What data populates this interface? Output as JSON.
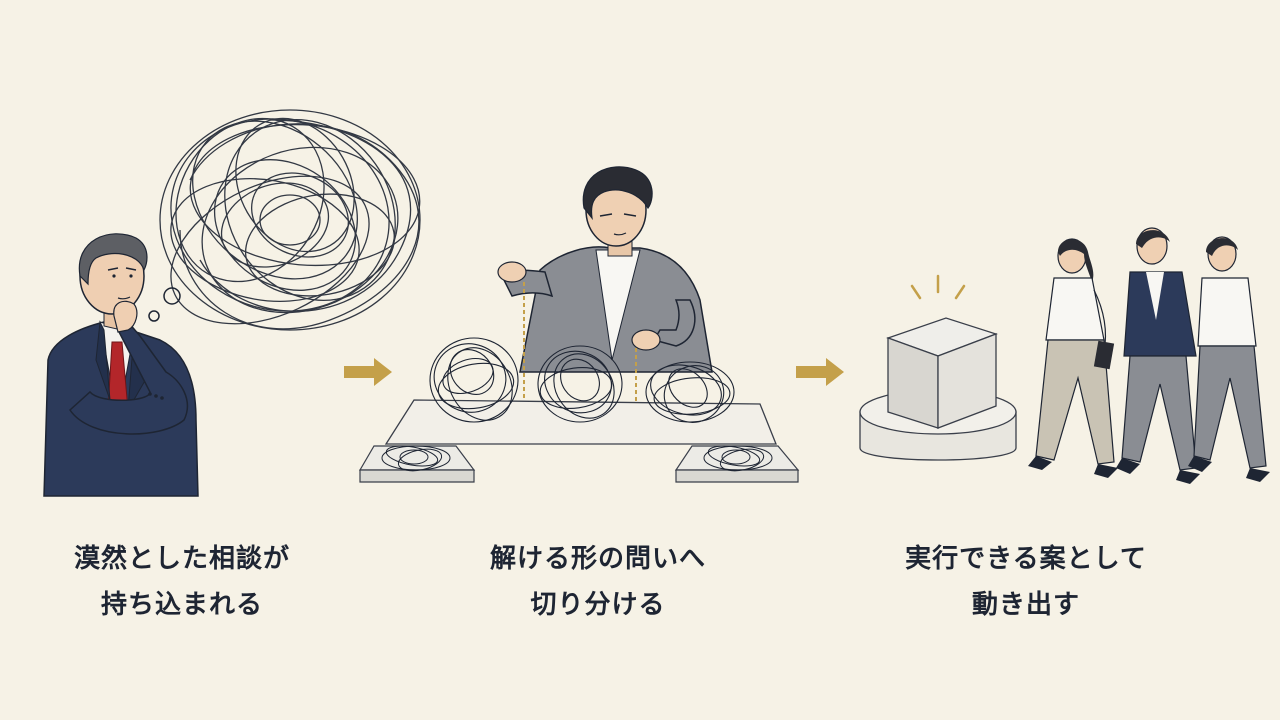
{
  "stages": [
    {
      "line1": "漠然とした相談が",
      "line2": "持ち込まれる"
    },
    {
      "line1": "解ける形の問いへ",
      "line2": "切り分ける"
    },
    {
      "line1": "実行できる案として",
      "line2": "動き出す"
    }
  ],
  "colors": {
    "background": "#f6f2e6",
    "ink": "#1e2533",
    "arrow": "#c4a04a",
    "suit": "#2c3a5a",
    "tie": "#b3262a",
    "gray_suit": "#8a8d93"
  }
}
